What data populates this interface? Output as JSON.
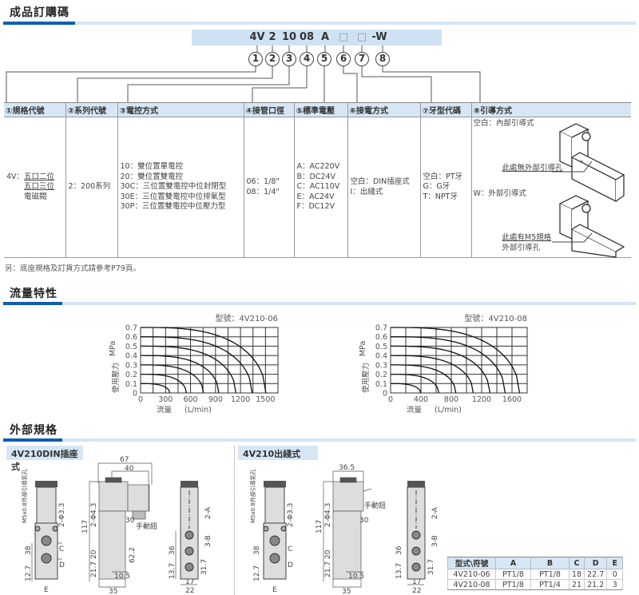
{
  "ordering": {
    "title": "成品訂購碼",
    "code_parts": [
      "4V",
      "2",
      "10",
      "08",
      "A",
      "□",
      "□",
      "-W"
    ],
    "circle_numbers": [
      "1",
      "2",
      "3",
      "4",
      "5",
      "6",
      "7",
      "8"
    ],
    "headers": [
      "①規格代號",
      "②系列代號",
      "③電控方式",
      "④接管口徑",
      "⑤標準電壓",
      "⑥接電方式",
      "⑦牙型代碼",
      "⑧引導方式"
    ],
    "col1": {
      "prefix": "4V：",
      "lines": [
        "五口二位",
        "五口三位",
        "電磁閥"
      ]
    },
    "col2": "2：200系列",
    "col3": [
      "10：雙位置單電控",
      "20：雙位置雙電控",
      "30C：三位置雙電控中位封閉型",
      "30E：三位置雙電控中位排氣型",
      "30P：三位置雙電控中位壓力型"
    ],
    "col4": [
      "06：1/8\"",
      "08：1/4\""
    ],
    "col5": [
      "A：AC220V",
      "B：DC24V",
      "C：AC110V",
      "E：AC24V",
      "F：DC12V"
    ],
    "col6": [
      "空白：DIN插座式",
      "I：出綫式"
    ],
    "col7": [
      "空白：PT牙",
      "G：G牙",
      "T：NPT牙"
    ],
    "col8": {
      "internal": "空白：內部引導式",
      "internal_note": "此處無外部引導孔",
      "external": "W：外部引導式",
      "external_note1": "此處有M5規格",
      "external_note2": "外部引導孔"
    },
    "note": "另：底座規格及訂貨方式請參考P79頁。"
  },
  "flow": {
    "title": "流量特性"
  },
  "chart_data": [
    {
      "type": "line",
      "title": "型號：4V210-06",
      "xlabel": "流量",
      "xunit": "(L/min)",
      "ylabel": "使用壓力",
      "yunit": "MPa",
      "xlim": [
        0,
        1650
      ],
      "ylim": [
        0,
        0.7
      ],
      "x_grid_step": 150,
      "x_ticks": [
        0,
        300,
        600,
        900,
        1200,
        1500
      ],
      "y_ticks": [
        0,
        0.1,
        0.2,
        0.3,
        0.4,
        0.5,
        0.6,
        0.7
      ],
      "grid": true,
      "series": [
        {
          "name": "0.1",
          "pressure": 0.1,
          "max_flow": 350
        },
        {
          "name": "0.2",
          "pressure": 0.2,
          "max_flow": 550
        },
        {
          "name": "0.3",
          "pressure": 0.3,
          "max_flow": 755
        },
        {
          "name": "0.4",
          "pressure": 0.4,
          "max_flow": 940
        },
        {
          "name": "0.5",
          "pressure": 0.5,
          "max_flow": 1145
        },
        {
          "name": "0.6",
          "pressure": 0.6,
          "max_flow": 1340
        },
        {
          "name": "0.7",
          "pressure": 0.7,
          "max_flow": 1505
        }
      ]
    },
    {
      "type": "line",
      "title": "型號：4V210-08",
      "xlabel": "流量",
      "xunit": "(L/min)",
      "ylabel": "使用壓力",
      "yunit": "MPa",
      "xlim": [
        0,
        1800
      ],
      "ylim": [
        0,
        0.7
      ],
      "x_grid_step": 200,
      "x_ticks": [
        0,
        400,
        800,
        1200,
        1600
      ],
      "y_ticks": [
        0,
        0.1,
        0.2,
        0.3,
        0.4,
        0.5,
        0.6,
        0.7
      ],
      "grid": true,
      "series": [
        {
          "name": "0.1",
          "pressure": 0.1,
          "max_flow": 395
        },
        {
          "name": "0.2",
          "pressure": 0.2,
          "max_flow": 635
        },
        {
          "name": "0.3",
          "pressure": 0.3,
          "max_flow": 860
        },
        {
          "name": "0.4",
          "pressure": 0.4,
          "max_flow": 1090
        },
        {
          "name": "0.5",
          "pressure": 0.5,
          "max_flow": 1310
        },
        {
          "name": "0.6",
          "pressure": 0.6,
          "max_flow": 1510
        },
        {
          "name": "0.7",
          "pressure": 0.7,
          "max_flow": 1700
        }
      ]
    }
  ],
  "dims": {
    "title": "外部規格",
    "din": {
      "label": "4V210DIN插座式",
      "pilot": "M5x0.8外部引導氣孔",
      "hole_side": "2-Φ3.3",
      "d38": "38",
      "d12_7": "12.7",
      "C": "C",
      "D": "D",
      "E": "E",
      "d67": "67",
      "d40": "40",
      "d117": "117",
      "hole_front": "2-Φ4.3",
      "d20": "20",
      "d21_7": "21.7",
      "d62_2": "62.2",
      "d30": "30",
      "manual": "手動鈕",
      "d10_5": "10.5",
      "d35": "35",
      "portA": "2-A",
      "portB": "3-B",
      "d36": "36",
      "d13_7": "13.7",
      "d31_7": "31.7",
      "d17": "17",
      "d22": "22"
    },
    "wire": {
      "label": "4V210出綫式",
      "pilot": "M5x0.8外部引導氣孔",
      "hole_side": "2-Φ3.3",
      "d38": "38",
      "d12_7": "12.7",
      "C": "C",
      "D": "D",
      "E": "E",
      "d36_5": "36.5",
      "d117": "117",
      "hole_front": "2-Φ4.3",
      "d20": "20",
      "d21_7": "21.7",
      "d30": "30",
      "manual": "手動鈕",
      "d10_5": "10.5",
      "d35": "35",
      "portA": "2-A",
      "portB": "3-B",
      "d36": "36",
      "d13_7": "13.7",
      "d31_7": "31.7",
      "d17": "17",
      "d22": "22"
    }
  },
  "spec_table": {
    "headers": [
      "型式\\符號",
      "A",
      "B",
      "C",
      "D",
      "E"
    ],
    "rows": [
      [
        "4V210-06",
        "PT1/8",
        "PT1/8",
        "18",
        "22.7",
        "0"
      ],
      [
        "4V210-08",
        "PT1/8",
        "PT1/4",
        "21",
        "21.2",
        "3"
      ]
    ]
  }
}
